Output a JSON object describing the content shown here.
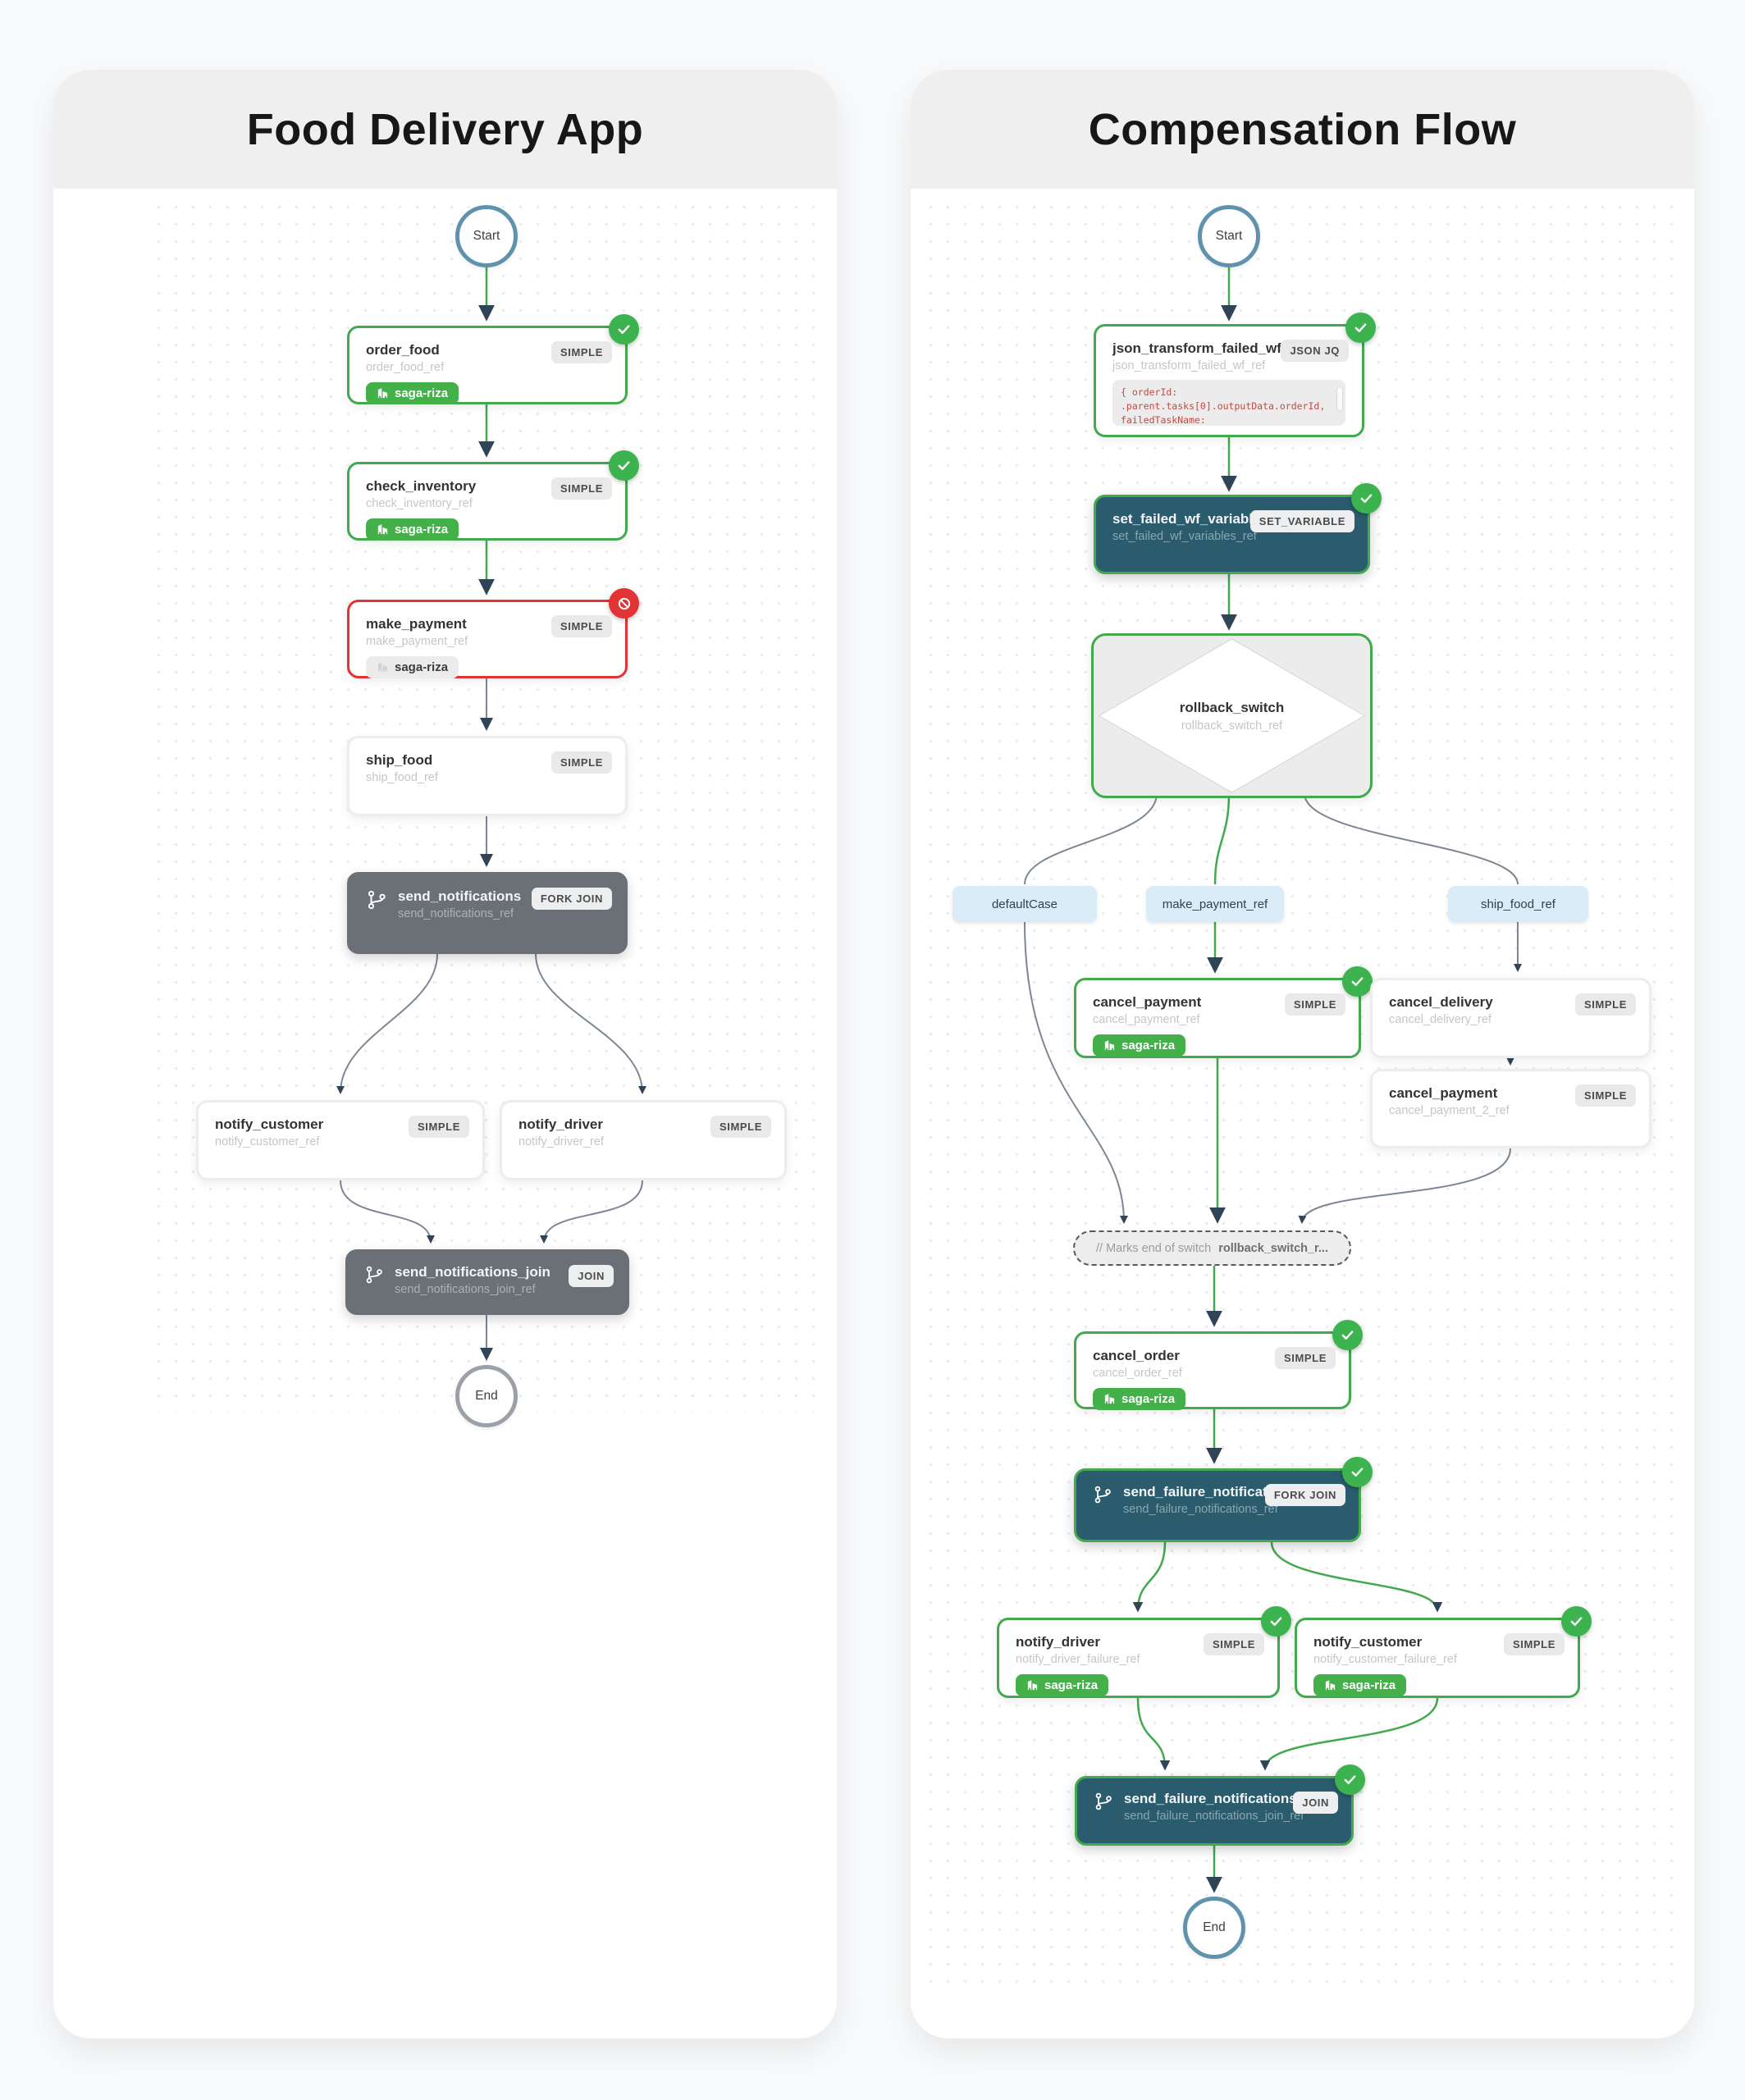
{
  "colors": {
    "edge_green": "#42a94e",
    "edge_gray": "#7d8793",
    "arrow_navy": "#2f4456",
    "node_green_border": "#42a94e",
    "node_red_border": "#e23434",
    "fork_dark_gray": "#6a7076",
    "fork_dark_teal": "#2a5c6d",
    "tag_green": "#43b049",
    "status_green": "#3cb34f",
    "status_red": "#e23434",
    "branch_pill_blue": "#d9ecf7",
    "start_ring_blue": "#5f93ad",
    "end_ring_gray": "#9ba1a6"
  },
  "panels": [
    {
      "title": "Food Delivery App",
      "start": "Start",
      "end": "End",
      "nodes": [
        {
          "title": "order_food",
          "ref": "order_food_ref",
          "badge": "SIMPLE",
          "tag": "saga-riza"
        },
        {
          "title": "check_inventory",
          "ref": "check_inventory_ref",
          "badge": "SIMPLE",
          "tag": "saga-riza"
        },
        {
          "title": "make_payment",
          "ref": "make_payment_ref",
          "badge": "SIMPLE",
          "tag": "saga-riza"
        },
        {
          "title": "ship_food",
          "ref": "ship_food_ref",
          "badge": "SIMPLE"
        },
        {
          "title": "send_notifications",
          "ref": "send_notifications_ref",
          "badge": "FORK JOIN"
        },
        {
          "title": "notify_customer",
          "ref": "notify_customer_ref",
          "badge": "SIMPLE"
        },
        {
          "title": "notify_driver",
          "ref": "notify_driver_ref",
          "badge": "SIMPLE"
        },
        {
          "title": "send_notifications_join",
          "ref": "send_notifications_join_ref",
          "badge": "JOIN"
        }
      ]
    },
    {
      "title": "Compensation Flow",
      "start": "Start",
      "end": "End",
      "nodes": [
        {
          "title": "json_transform_failed_wf",
          "ref": "json_transform_failed_wf_ref",
          "badge": "JSON JQ",
          "code_lines": [
            "{ orderId:",
            ".parent.tasks[0].outputData.orderId,",
            "failedTaskName:"
          ]
        },
        {
          "title": "set_failed_wf_variables",
          "ref": "set_failed_wf_variables_ref",
          "badge": "SET_VARIABLE"
        },
        {
          "title": "rollback_switch",
          "ref": "rollback_switch_ref"
        },
        {
          "title": "cancel_payment",
          "ref": "cancel_payment_ref",
          "badge": "SIMPLE",
          "tag": "saga-riza"
        },
        {
          "title": "cancel_delivery",
          "ref": "cancel_delivery_ref",
          "badge": "SIMPLE"
        },
        {
          "title": "cancel_payment",
          "ref": "cancel_payment_2_ref",
          "badge": "SIMPLE"
        },
        {
          "title": "cancel_order",
          "ref": "cancel_order_ref",
          "badge": "SIMPLE",
          "tag": "saga-riza"
        },
        {
          "title": "send_failure_notifications",
          "ref": "send_failure_notifications_ref",
          "badge": "FORK JOIN"
        },
        {
          "title": "notify_driver",
          "ref": "notify_driver_failure_ref",
          "badge": "SIMPLE",
          "tag": "saga-riza"
        },
        {
          "title": "notify_customer",
          "ref": "notify_customer_failure_ref",
          "badge": "SIMPLE",
          "tag": "saga-riza"
        },
        {
          "title": "send_failure_notifications_join",
          "ref": "send_failure_notifications_join_ref",
          "badge": "JOIN"
        }
      ],
      "branch_labels": [
        "defaultCase",
        "make_payment_ref",
        "ship_food_ref"
      ],
      "switch_end": {
        "prefix": "// Marks end of switch",
        "ref": "rollback_switch_r..."
      }
    }
  ]
}
